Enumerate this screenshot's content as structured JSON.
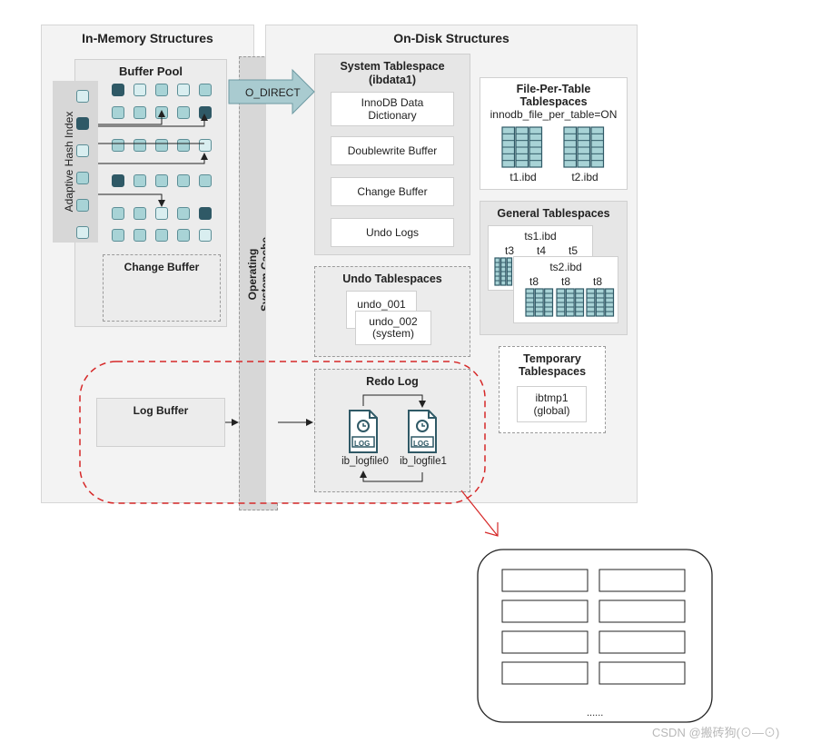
{
  "in_memory": {
    "title": "In-Memory Structures",
    "buffer_pool": "Buffer Pool",
    "adaptive_hash_index": "Adaptive Hash Index",
    "change_buffer": "Change Buffer",
    "log_buffer": "Log Buffer"
  },
  "os_cache": {
    "line1": "Operating",
    "line2": "System Cache"
  },
  "o_direct": "O_DIRECT",
  "on_disk": {
    "title": "On-Disk Structures",
    "system_tablespace": {
      "title_line1": "System Tablespace",
      "title_line2": "(ibdata1)",
      "items": [
        "InnoDB Data Dictionary",
        "Doublewrite Buffer",
        "Change Buffer",
        "Undo Logs"
      ]
    },
    "undo_tablespaces": {
      "title": "Undo Tablespaces",
      "undo1": "undo_001",
      "undo2_line1": "undo_002",
      "undo2_line2": "(system)"
    },
    "redo_log": {
      "title": "Redo Log",
      "file0": "ib_logfile0",
      "file1": "ib_logfile1",
      "log_badge": "LOG"
    },
    "file_per_table": {
      "title_line1": "File-Per-Table",
      "title_line2": "Tablespaces",
      "setting": "innodb_file_per_table=ON",
      "t1": "t1.ibd",
      "t2": "t2.ibd"
    },
    "general": {
      "title": "General Tablespaces",
      "ts1": "ts1.ibd",
      "ts1_tables": [
        "t3",
        "t4",
        "t5"
      ],
      "ts2": "ts2.ibd",
      "ts2_tables": [
        "t8",
        "t8",
        "t8"
      ]
    },
    "temporary": {
      "title_line1": "Temporary",
      "title_line2": "Tablespaces",
      "file_line1": "ibtmp1",
      "file_line2": "(global)"
    }
  },
  "zoom": {
    "ellipsis": "......"
  },
  "watermark": "CSDN @搬砖狗(⊙—⊙)",
  "colors": {
    "teal_dark": "#2f5966",
    "teal_mid": "#a8d3d6",
    "teal_light": "#d9eef0",
    "red_dashed": "#d62828"
  }
}
